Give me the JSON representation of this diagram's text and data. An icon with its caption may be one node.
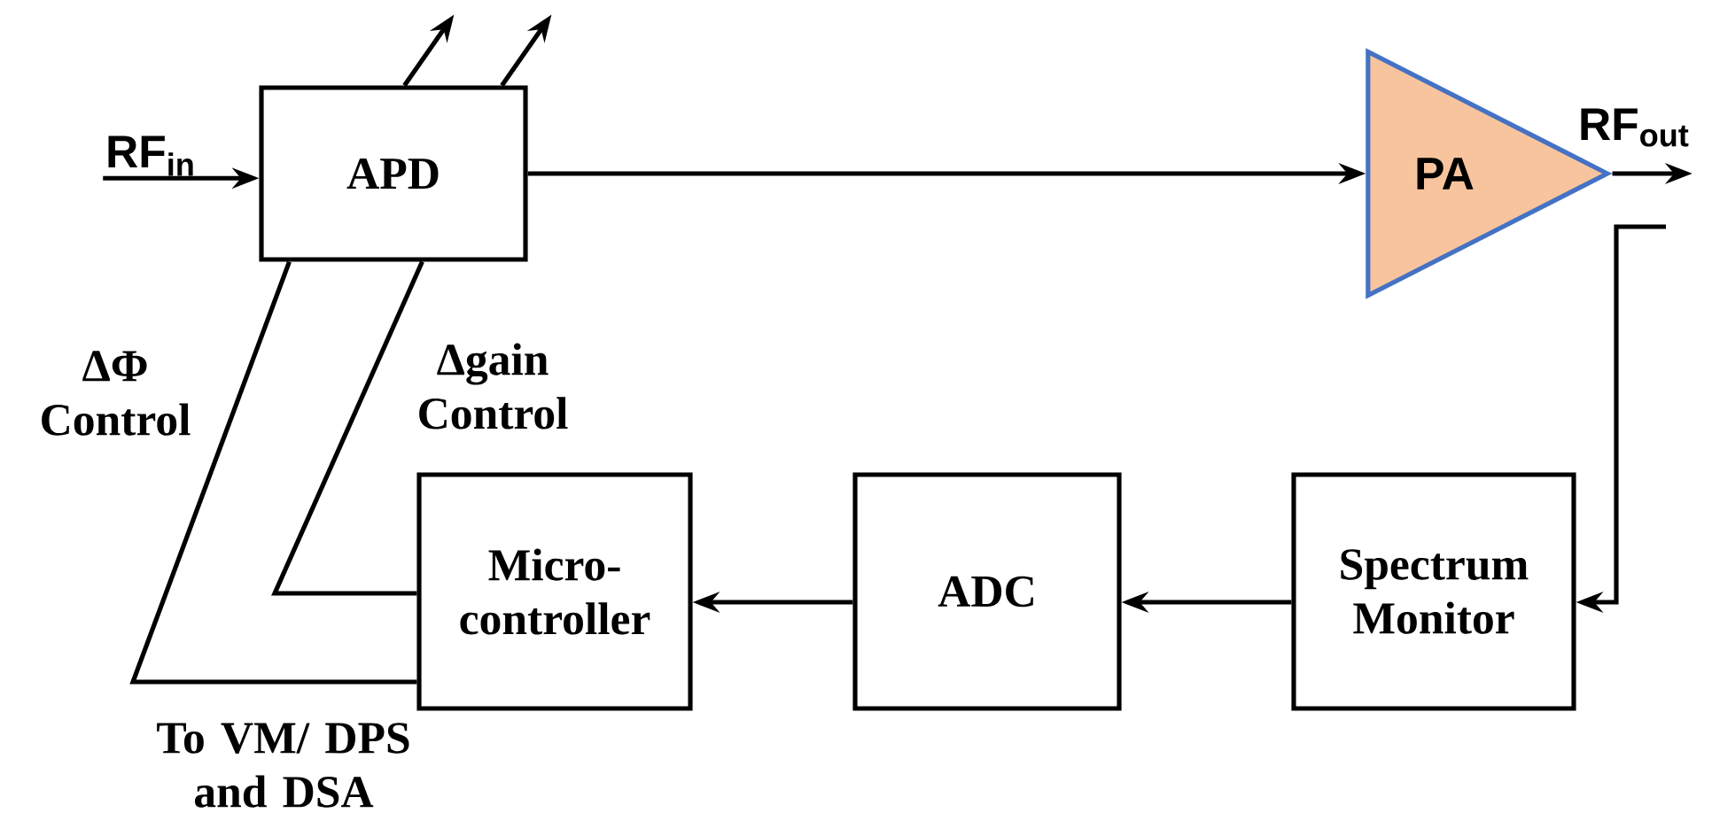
{
  "diagram": {
    "nodes": [
      {
        "text": [
          "RF$_{in}$"
        ]
      },
      {
        "text": [
          "APD"
        ]
      },
      {
        "text": [
          "PA"
        ]
      },
      {
        "text": [
          "RF$_{out}$"
        ]
      },
      {
        "text": [
          "Micro- controller"
        ]
      },
      {
        "text": [
          "ADC"
        ]
      },
      {
        "text": [
          "Spectrum Monitor"
        ]
      }
    ],
    "edges": [
      {
        "from": 0,
        "to": 1,
        "arrow": "to"
      },
      {
        "from": 1,
        "to": null,
        "arrow": "to"
      },
      {
        "from": 1,
        "to": null,
        "arrow": "to"
      },
      {
        "from": 1,
        "to": 2,
        "arrow": "to"
      },
      {
        "from": 2,
        "to": 3,
        "arrow": "to"
      },
      {
        "from": null,
        "to": 6,
        "arrow": "to"
      },
      {
        "from": 6,
        "to": 5,
        "arrow": "to"
      },
      {
        "from": 5,
        "to": 4,
        "arrow": "to"
      },
      {
        "from": 4,
        "to": 1,
        "arrow": "none",
        "label": "Δgain Control"
      },
      {
        "from": 4,
        "to": 1,
        "arrow": "none",
        "label": "ΔΦ Control"
      }
    ],
    "labels": [
      "To VM/ DPS and DSA"
    ]
  }
}
